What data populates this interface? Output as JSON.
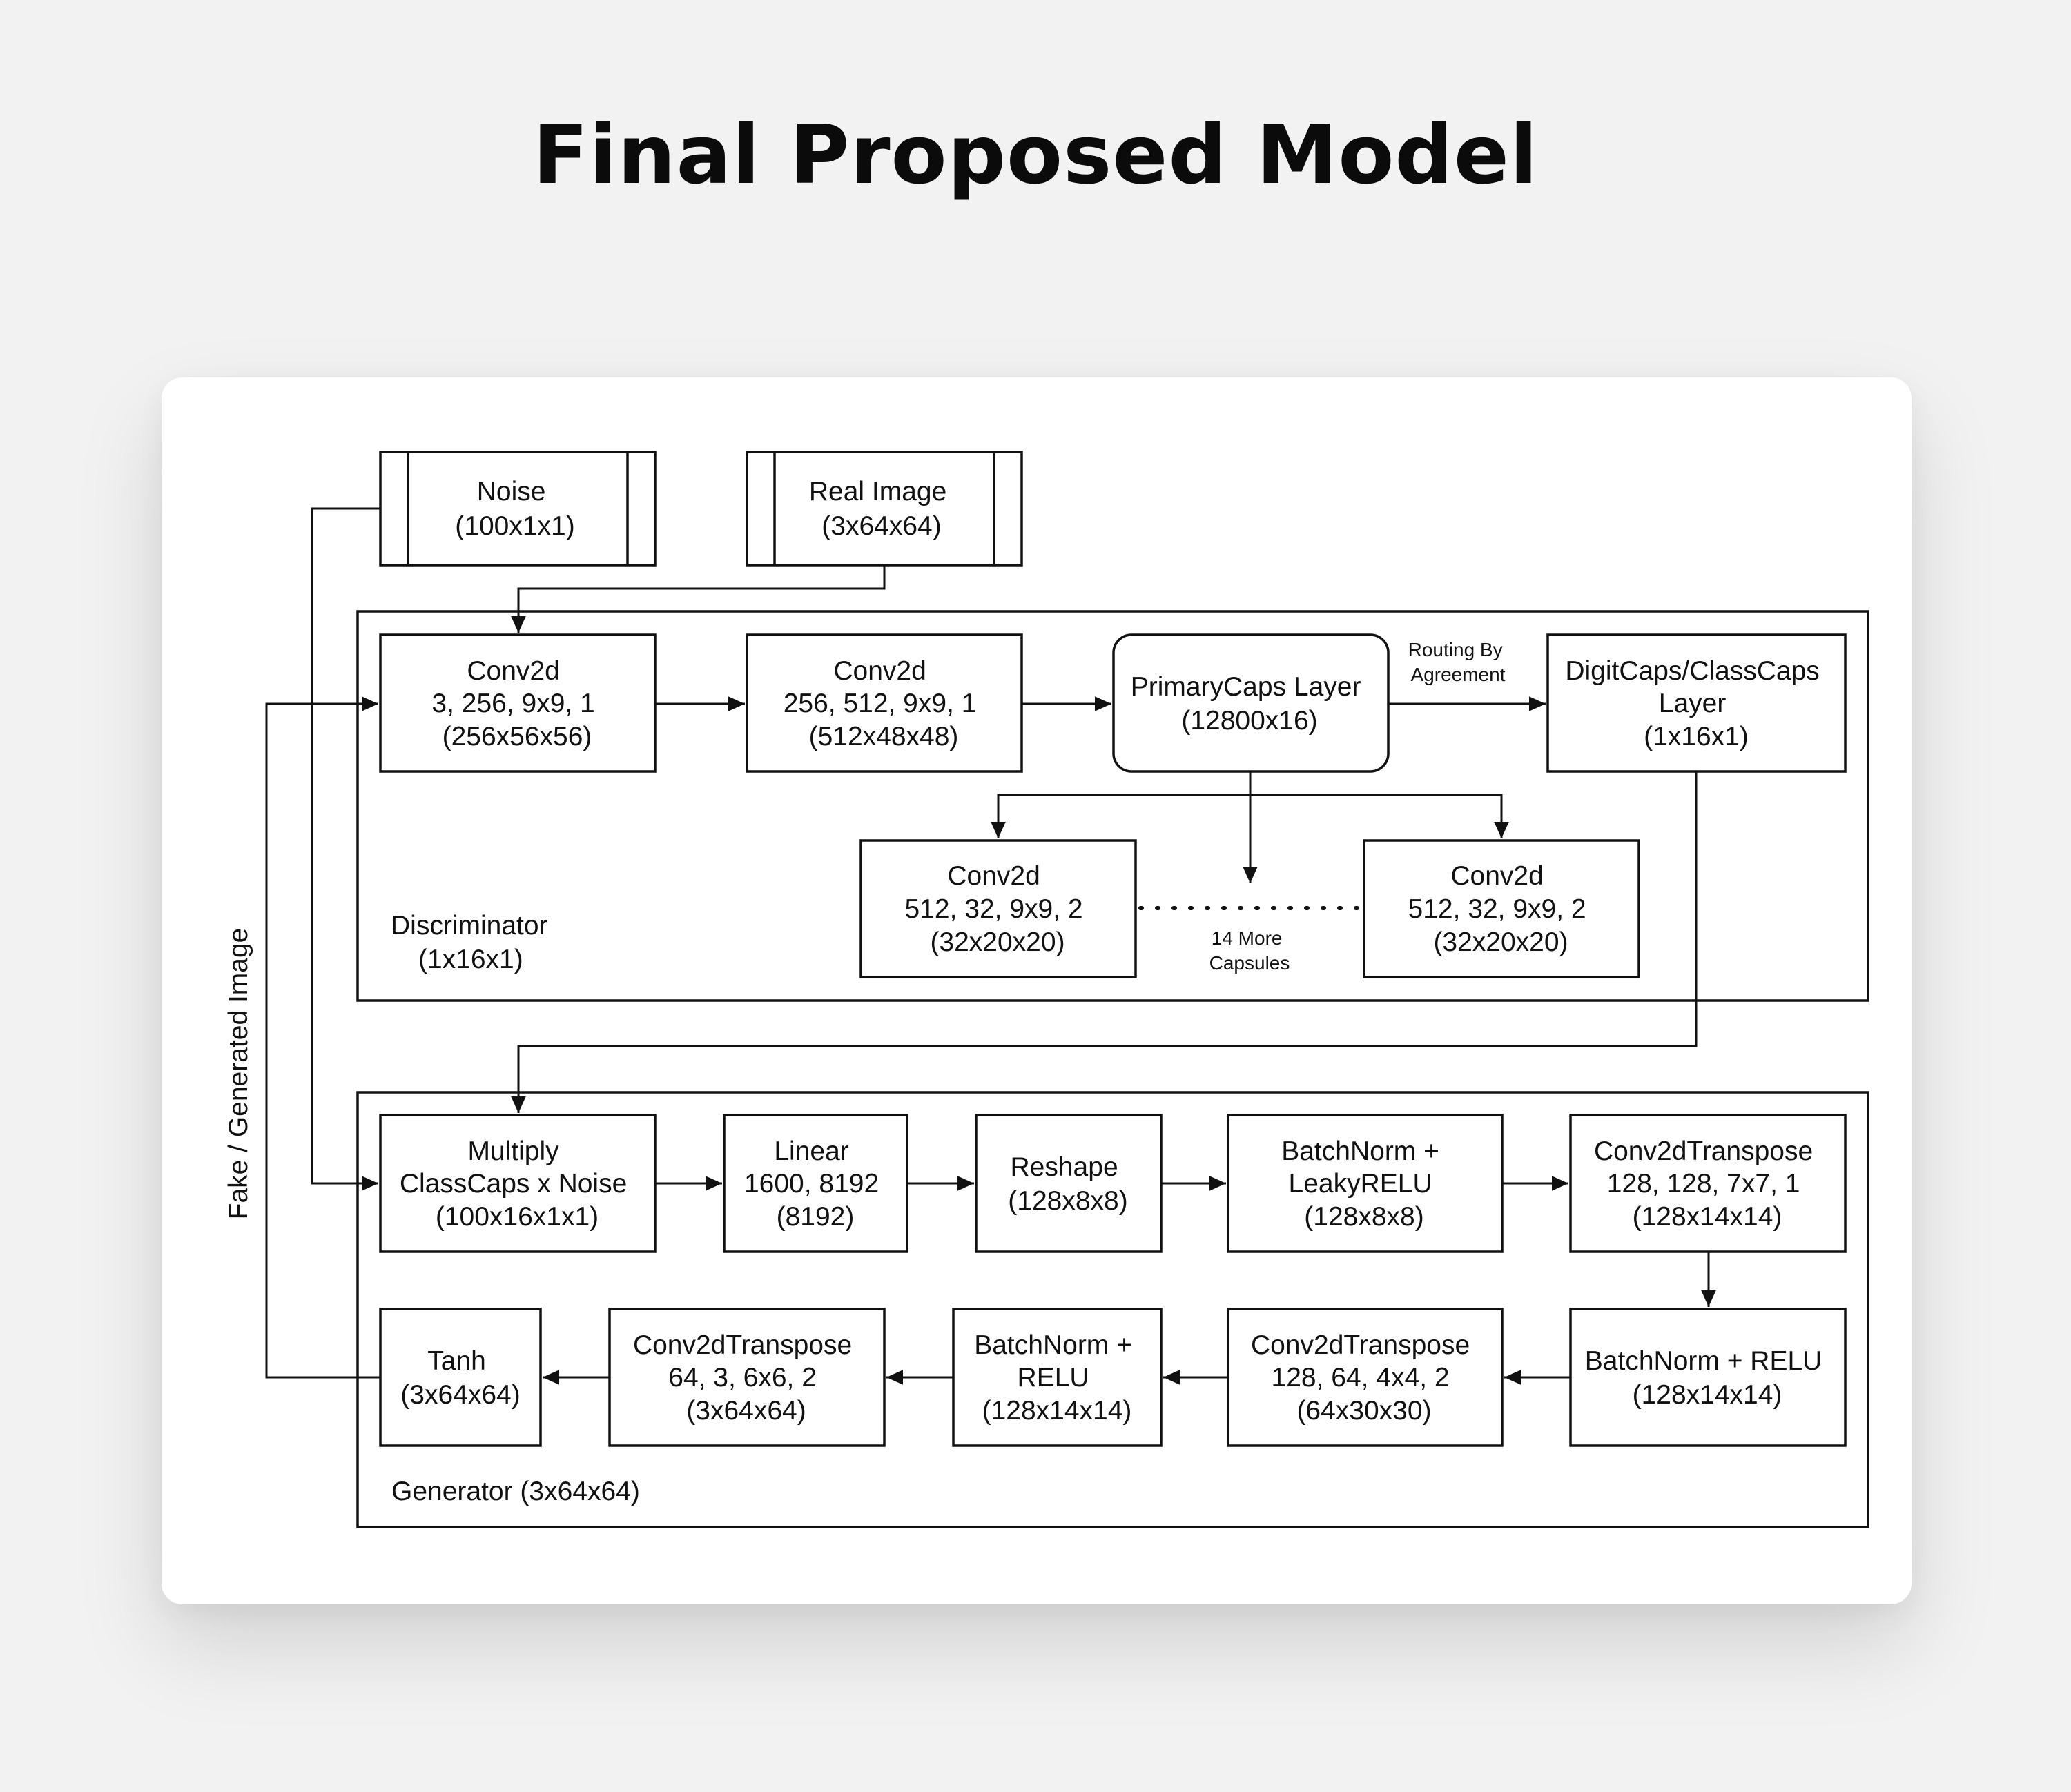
{
  "title": "Final Proposed Model",
  "colors": {
    "background": "#f2f2f3",
    "card": "#ffffff",
    "stroke": "#111111"
  },
  "inputs": {
    "noise": [
      "Noise",
      "(100x1x1)"
    ],
    "real_image": [
      "Real Image",
      "(3x64x64)"
    ]
  },
  "discriminator": {
    "label": [
      "Discriminator",
      "(1x16x1)"
    ],
    "conv1": [
      "Conv2d",
      "3, 256, 9x9, 1",
      "(256x56x56)"
    ],
    "conv2": [
      "Conv2d",
      "256, 512, 9x9, 1",
      "(512x48x48)"
    ],
    "primarycaps": [
      "PrimaryCaps Layer",
      "(12800x16)"
    ],
    "routing": [
      "Routing By",
      "Agreement"
    ],
    "digitcaps": [
      "DigitCaps/ClassCaps",
      "Layer",
      "(1x16x1)"
    ],
    "capsule_left": [
      "Conv2d",
      "512, 32, 9x9, 2",
      "(32x20x20)"
    ],
    "capsule_right": [
      "Conv2d",
      "512, 32, 9x9, 2",
      "(32x20x20)"
    ],
    "more_capsules": [
      "14 More",
      "Capsules"
    ]
  },
  "generator": {
    "label": "Generator (3x64x64)",
    "multiply": [
      "Multiply",
      "ClassCaps x Noise",
      "(100x16x1x1)"
    ],
    "linear": [
      "Linear",
      "1600, 8192",
      "(8192)"
    ],
    "reshape": [
      "Reshape",
      "(128x8x8)"
    ],
    "bn_leaky": [
      "BatchNorm +",
      "LeakyRELU",
      "(128x8x8)"
    ],
    "convt1": [
      "Conv2dTranspose",
      "128, 128, 7x7, 1",
      "(128x14x14)"
    ],
    "bn_relu1": [
      "BatchNorm + RELU",
      "(128x14x14)"
    ],
    "convt2": [
      "Conv2dTranspose",
      "128, 64, 4x4, 2",
      "(64x30x30)"
    ],
    "bn_relu2": [
      "BatchNorm +",
      "RELU",
      "(128x14x14)"
    ],
    "convt3": [
      "Conv2dTranspose",
      "64, 3, 6x6, 2",
      "(3x64x64)"
    ],
    "tanh": [
      "Tanh",
      "(3x64x64)"
    ]
  },
  "feedback_label": "Fake / Generated Image"
}
